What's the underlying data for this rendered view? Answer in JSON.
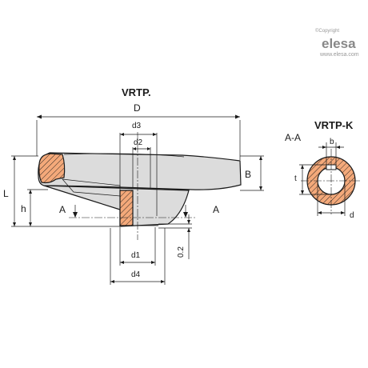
{
  "brand": {
    "copyright": "©Copyright",
    "logo_text": "elesa",
    "website": "www.elesa.com"
  },
  "views": {
    "main_title": "VRTP.",
    "section_title": "VRTP-K",
    "section_label": "A-A"
  },
  "dimensions": {
    "D": "D",
    "d3": "d3",
    "d2": "d2",
    "B": "B",
    "L": "L",
    "h": "h",
    "A_left": "A",
    "A_right": "A",
    "d1": "d1",
    "d4": "d4",
    "gap": "0.2",
    "b": "b",
    "t": "t",
    "d": "d"
  },
  "colors": {
    "body_fill": "#dcdcdc",
    "hatch_fill": "#f4a97a",
    "line": "#1a1a1a",
    "logo": "#888888"
  }
}
